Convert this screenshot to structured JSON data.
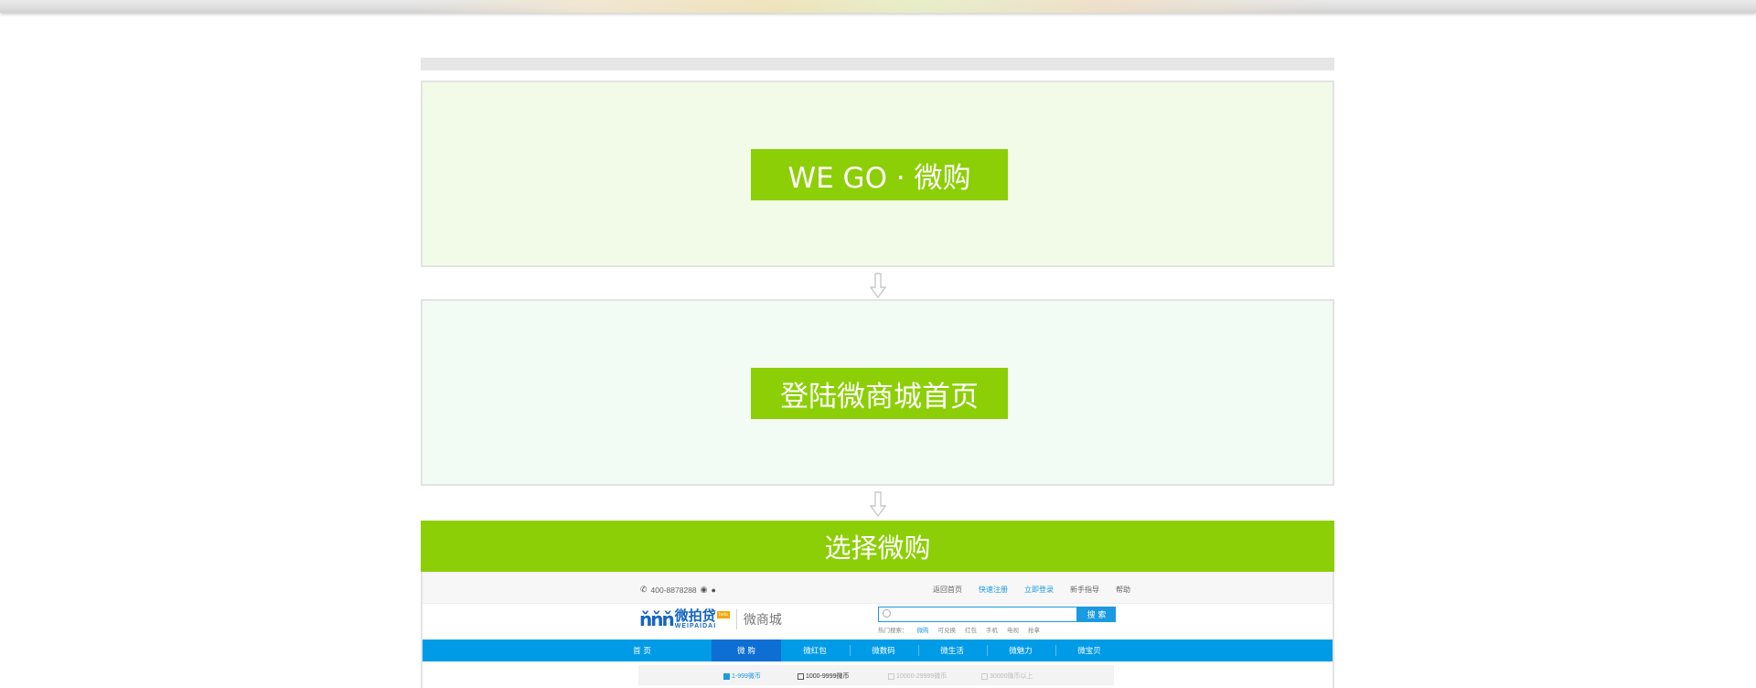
{
  "steps": {
    "step1": "WE GO · 微购",
    "step2": "登陆微商城首页",
    "step3": "选择微购"
  },
  "colors": {
    "accent_green": "#8ccf06",
    "panel1_bg": "#f2fbe7",
    "panel2_bg": "#f3fcf4",
    "nav_blue": "#009be6",
    "nav_active": "#0d6fd3"
  },
  "screenshot": {
    "phone": "400-8878288",
    "top_links": [
      "返回首页",
      "快速注册",
      "立即登录",
      "新手指导",
      "帮助"
    ],
    "logo_cn": "微拍贷",
    "logo_en": "WEIPAIDAI",
    "logo_tag": "beta",
    "site_sub": "微商城",
    "search_button": "搜 索",
    "search_placeholder": "",
    "hot_label": "热门搜索：",
    "hot_terms": [
      "微购",
      "可兑换",
      "红包",
      "手机",
      "电视",
      "抢拿"
    ],
    "nav_items": [
      "首 页",
      "微 购",
      "微红包",
      "微数码",
      "微生活",
      "微魅力",
      "微宝贝"
    ],
    "filters": [
      "1-999微币",
      "1000-9999微币",
      "10000-29999微币",
      "30000微币以上"
    ]
  }
}
